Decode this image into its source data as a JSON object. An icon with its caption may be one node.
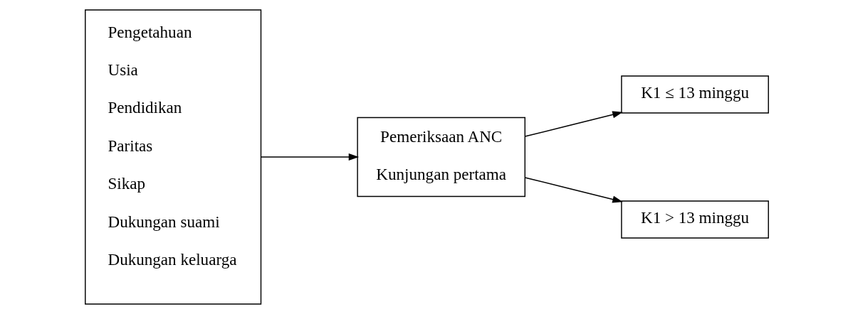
{
  "diagram": {
    "nodes": [
      {
        "text": [
          "Pengetahuan",
          "Usia",
          "Pendidikan",
          "Paritas",
          "Sikap",
          "Dukungan suami",
          "Dukungan keluarga"
        ]
      },
      {
        "text": [
          "Pemeriksaan ANC",
          "Kunjungan pertama"
        ]
      },
      {
        "text": [
          "K1 ≤ 13 minggu"
        ]
      },
      {
        "text": [
          "K1 > 13 minggu"
        ]
      }
    ],
    "edges": [
      {
        "from": 0,
        "to": 1,
        "arrow": "to"
      },
      {
        "from": 1,
        "to": 2,
        "arrow": "to"
      },
      {
        "from": 1,
        "to": 3,
        "arrow": "to"
      }
    ]
  }
}
